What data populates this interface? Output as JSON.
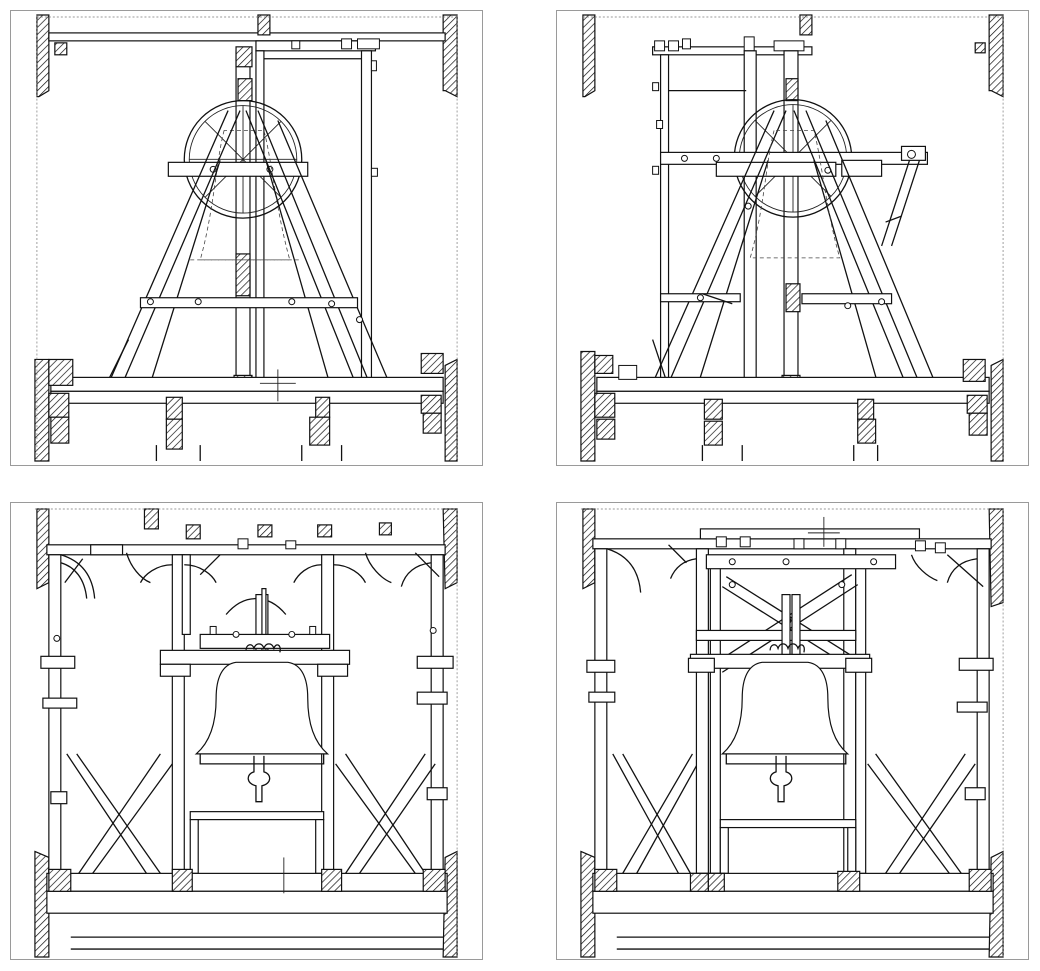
{
  "panels": [
    {
      "id": "p1",
      "name": "panel-frame-side-wheel-view"
    },
    {
      "id": "p2",
      "name": "panel-frame-side-wheel-braced-view"
    },
    {
      "id": "p3",
      "name": "panel-bell-front-view"
    },
    {
      "id": "p4",
      "name": "panel-bell-front-crossbraced-view"
    }
  ],
  "colors": {
    "line": "#111111",
    "hatch": "#111111",
    "background": "#ffffff",
    "border": "#9a9a9a"
  }
}
